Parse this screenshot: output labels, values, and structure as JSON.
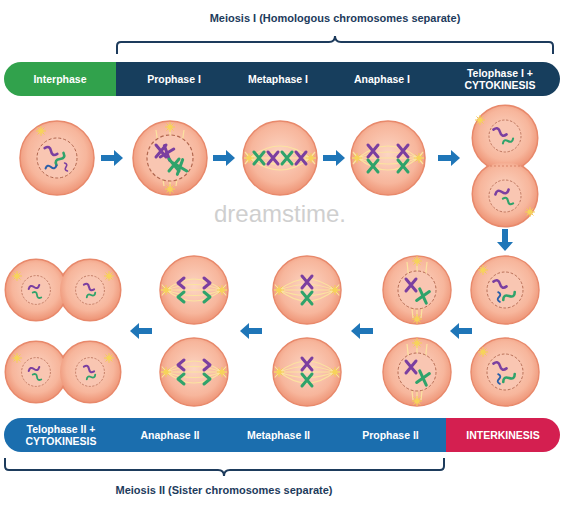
{
  "diagram": {
    "nodes": [
      {
        "text": [
          "Interphase"
        ]
      },
      {
        "text": [
          "Prophase I"
        ]
      },
      {
        "text": [
          "Metaphase I"
        ]
      },
      {
        "text": [
          "Anaphase I"
        ]
      },
      {
        "text": [
          "Telophase I + CYTOKINESIS"
        ]
      },
      {
        "text": [
          "Telophase II + CYTOKINESIS"
        ]
      },
      {
        "text": [
          "Anaphase II"
        ]
      },
      {
        "text": [
          "Metaphase II"
        ]
      },
      {
        "text": [
          "Prophase II"
        ]
      },
      {
        "text": [
          "INTERKINESIS"
        ]
      }
    ],
    "labels": [
      "Meiosis I (Homologous chromosomes separate)",
      "dreamstime.",
      "Meiosis II (Sister chromosomes separate)"
    ]
  }
}
